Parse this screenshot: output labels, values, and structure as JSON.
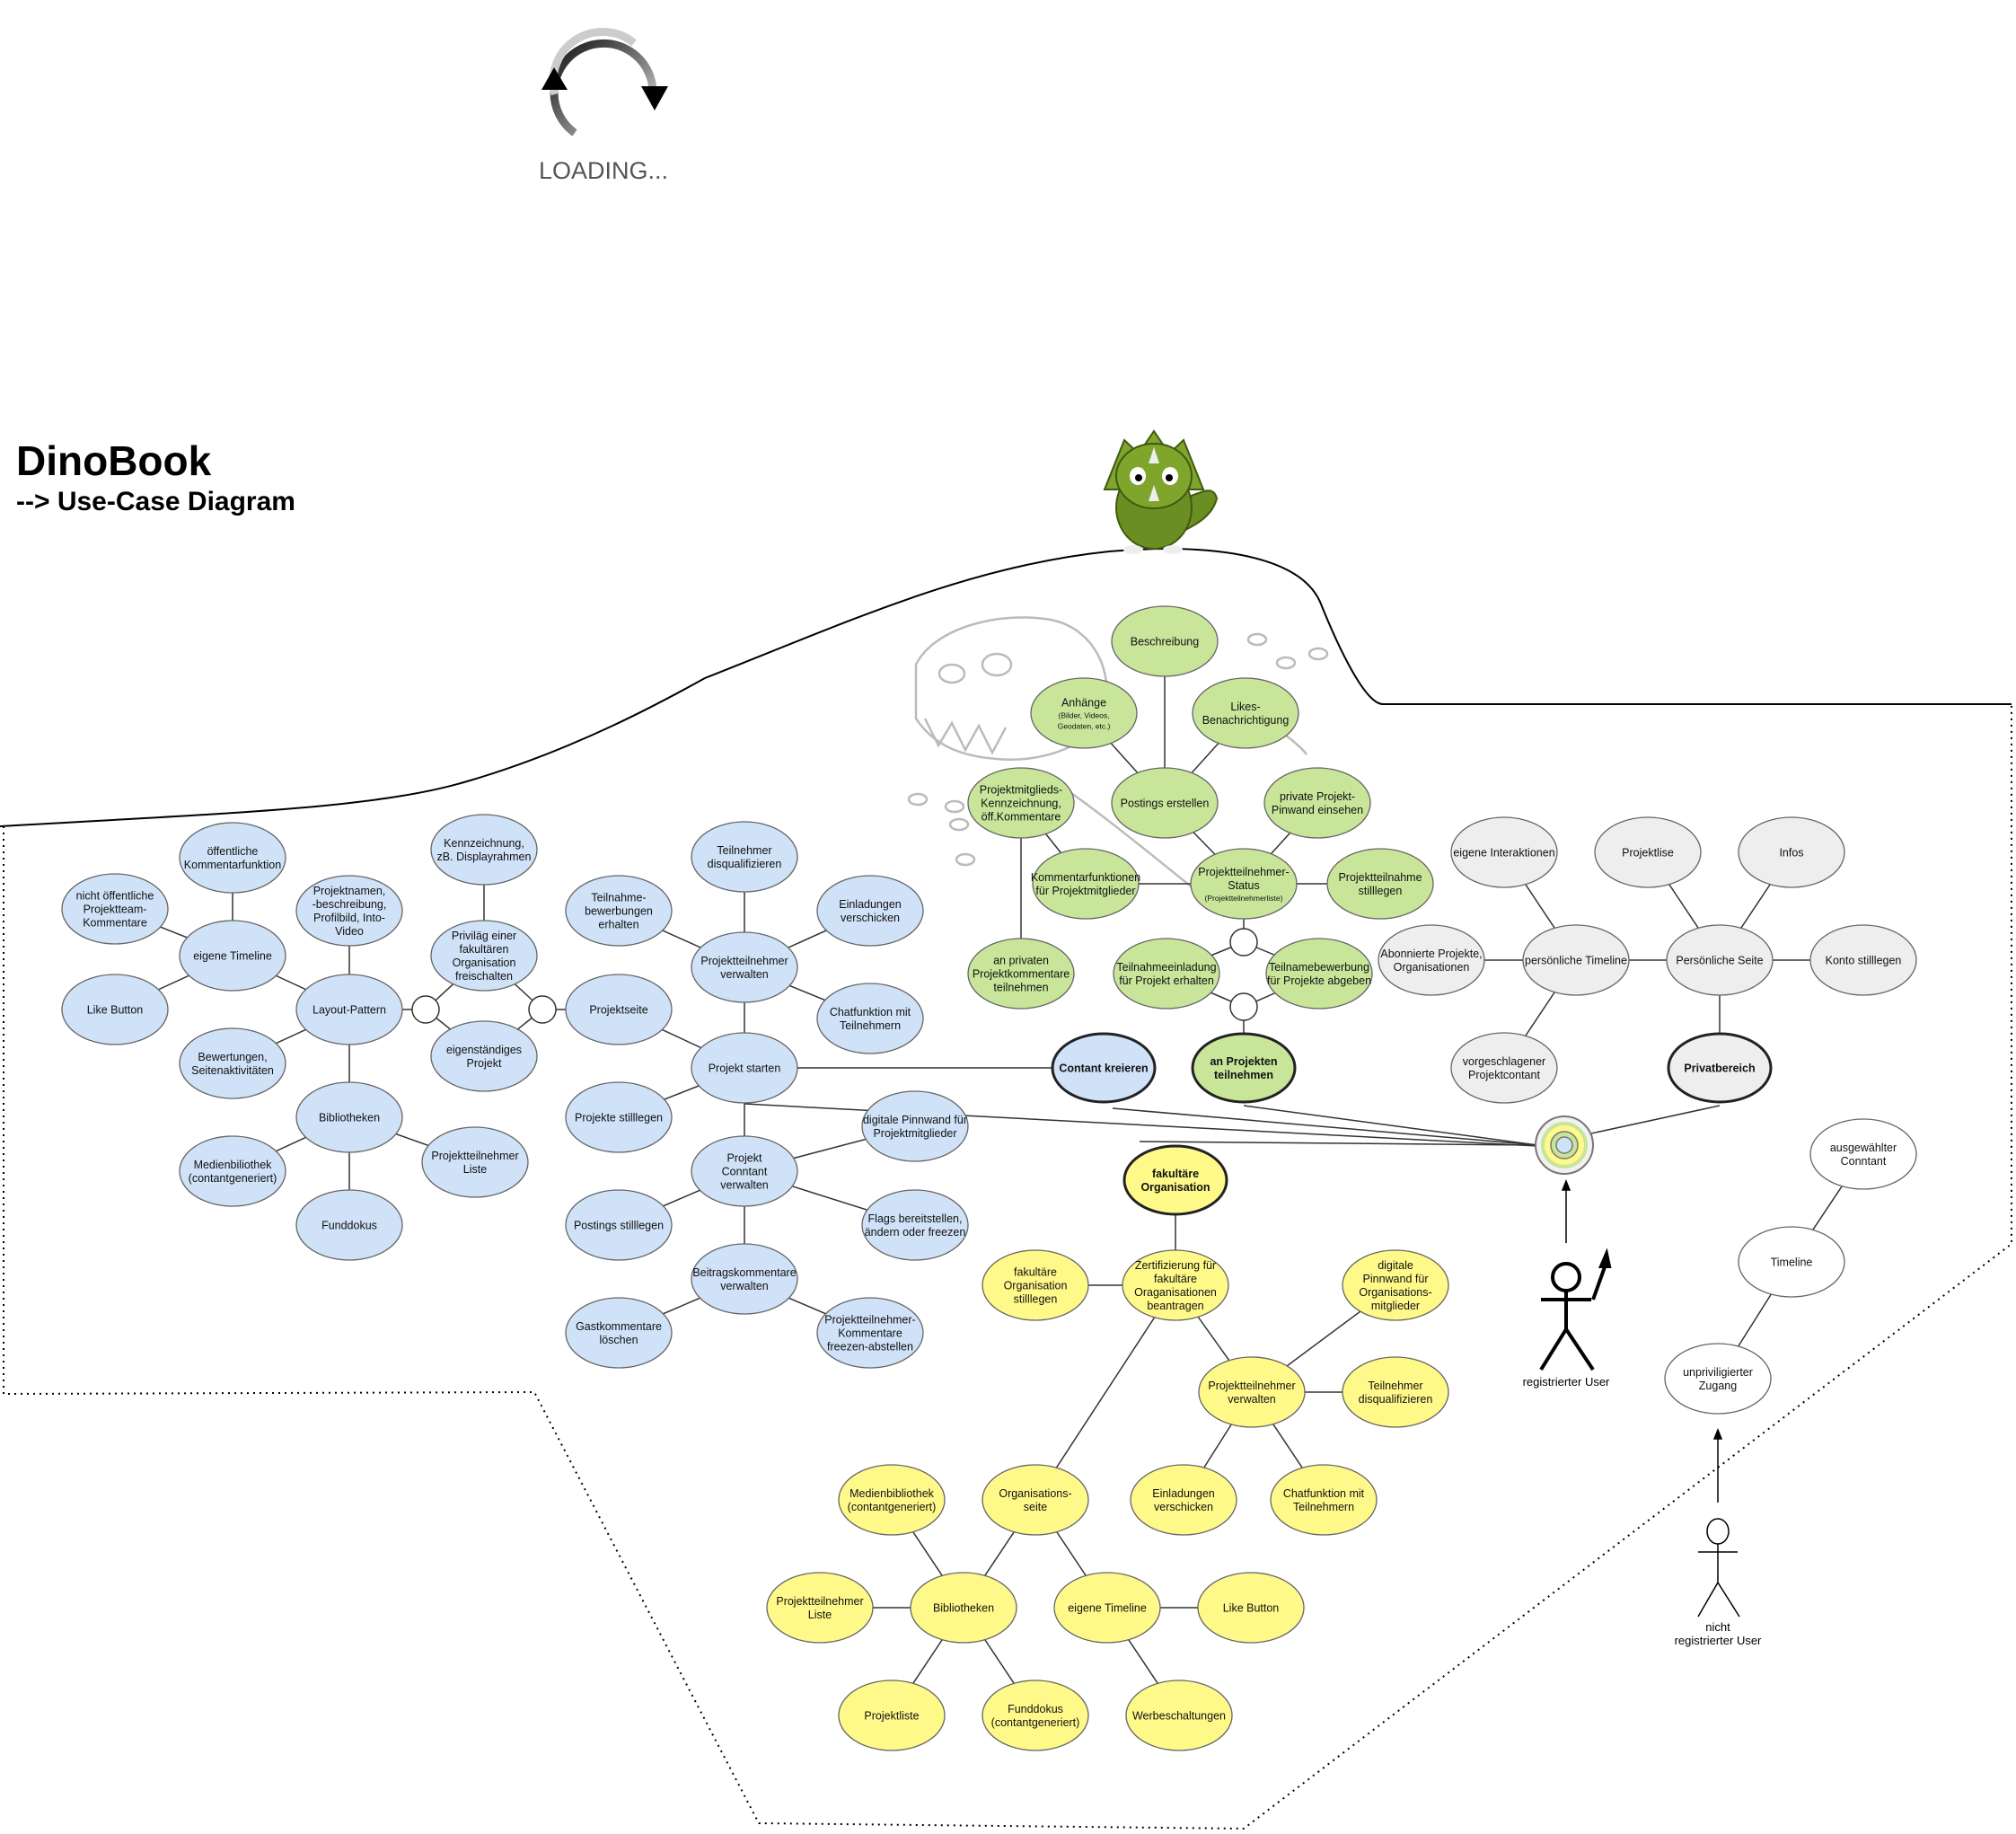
{
  "title": "DinoBook",
  "subtitle": "-->  Use-Case Diagram",
  "loading_label": "LOADING...",
  "colors": {
    "blue": "#cfe2f7",
    "green": "#c8e59a",
    "yellow": "#fff98a",
    "grey": "#eeeeee",
    "white": "#ffffff",
    "stroke": "#444444",
    "dino": "#6b8e23"
  },
  "actors": {
    "registered": "registrierter User",
    "unregistered": [
      "nicht",
      "registrierter User"
    ]
  },
  "nodes": [
    {
      "id": "n1",
      "lines": [
        "nicht öffentliche",
        "Projektteam-",
        "Kommentare"
      ],
      "color": "blue"
    },
    {
      "id": "n2",
      "lines": [
        "öffentliche",
        "Kommentarfunktion"
      ],
      "color": "blue"
    },
    {
      "id": "n3",
      "lines": [
        "eigene Timeline"
      ],
      "color": "blue"
    },
    {
      "id": "n4",
      "lines": [
        "Like Button"
      ],
      "color": "blue"
    },
    {
      "id": "n5",
      "lines": [
        "Bewertungen,",
        "Seitenaktivitäten"
      ],
      "color": "blue"
    },
    {
      "id": "n6",
      "lines": [
        "Projektnamen,",
        "-beschreibung,",
        "Profilbild, Into-",
        "Video"
      ],
      "color": "blue"
    },
    {
      "id": "n7",
      "lines": [
        "Layout-Pattern"
      ],
      "color": "blue"
    },
    {
      "id": "n8",
      "lines": [
        "Bibliotheken"
      ],
      "color": "blue"
    },
    {
      "id": "n9",
      "lines": [
        "Medienbiliothek",
        "(contantgeneriert)"
      ],
      "color": "blue"
    },
    {
      "id": "n10",
      "lines": [
        "Funddokus"
      ],
      "color": "blue"
    },
    {
      "id": "n11",
      "lines": [
        "Projektteilnehmer",
        "Liste"
      ],
      "color": "blue"
    },
    {
      "id": "n12",
      "lines": [
        "Kennzeichnung,",
        "zB. Displayrahmen"
      ],
      "color": "blue"
    },
    {
      "id": "n13",
      "lines": [
        "Priviläg einer",
        "fakultären",
        "Organisation",
        "freischalten"
      ],
      "color": "blue"
    },
    {
      "id": "n14",
      "lines": [
        "eigenständiges",
        "Projekt"
      ],
      "color": "blue"
    },
    {
      "id": "n15",
      "lines": [
        "Projektseite"
      ],
      "color": "blue"
    },
    {
      "id": "n16",
      "lines": [
        "Projekte stilllegen"
      ],
      "color": "blue"
    },
    {
      "id": "n17",
      "lines": [
        "Postings stilllegen"
      ],
      "color": "blue"
    },
    {
      "id": "n18",
      "lines": [
        "Gastkommentare",
        "löschen"
      ],
      "color": "blue"
    },
    {
      "id": "n19",
      "lines": [
        "Teilnahme-",
        "bewerbungen",
        "erhalten"
      ],
      "color": "blue"
    },
    {
      "id": "n20",
      "lines": [
        "Teilnehmer",
        "disqualifizieren"
      ],
      "color": "blue"
    },
    {
      "id": "n21",
      "lines": [
        "Projektteilnehmer",
        "verwalten"
      ],
      "color": "blue"
    },
    {
      "id": "n22",
      "lines": [
        "Einladungen",
        "verschicken"
      ],
      "color": "blue"
    },
    {
      "id": "n23",
      "lines": [
        "Chatfunktion mit",
        "Teilnehmern"
      ],
      "color": "blue"
    },
    {
      "id": "n24",
      "lines": [
        "Projekt starten"
      ],
      "color": "blue"
    },
    {
      "id": "n25",
      "lines": [
        "Projekt",
        "Conntant",
        "verwalten"
      ],
      "color": "blue"
    },
    {
      "id": "n26",
      "lines": [
        "digitale Pinnwand für",
        "Projektmitglieder"
      ],
      "color": "blue"
    },
    {
      "id": "n27",
      "lines": [
        "Flags bereitstellen,",
        "ändern oder freezen"
      ],
      "color": "blue"
    },
    {
      "id": "n28",
      "lines": [
        "Beitragskommentare",
        "verwalten"
      ],
      "color": "blue"
    },
    {
      "id": "n29",
      "lines": [
        "Projektteilnehmer-",
        "Kommentare",
        "freezen-abstellen"
      ],
      "color": "blue"
    },
    {
      "id": "n30",
      "lines": [
        "Contant kreieren"
      ],
      "color": "blue",
      "bold": true
    },
    {
      "id": "g1",
      "lines": [
        "Beschreibung"
      ],
      "color": "green"
    },
    {
      "id": "g2",
      "lines": [
        "Anhänge"
      ],
      "sub": [
        "(Bilder, Videos,",
        "Geodaten, etc.)"
      ],
      "color": "green"
    },
    {
      "id": "g3",
      "lines": [
        "Likes-",
        "Benachrichtigung"
      ],
      "color": "green"
    },
    {
      "id": "g4",
      "lines": [
        "Projektmitglieds-",
        "Kennzeichnung,",
        "öff.Kommentare"
      ],
      "color": "green"
    },
    {
      "id": "g5",
      "lines": [
        "Postings erstellen"
      ],
      "color": "green"
    },
    {
      "id": "g6",
      "lines": [
        "private Projekt-",
        "Pinwand einsehen"
      ],
      "color": "green"
    },
    {
      "id": "g7",
      "lines": [
        "Kommentarfunktionen",
        "für Projektmitglieder"
      ],
      "color": "green"
    },
    {
      "id": "g8",
      "lines": [
        "Projektteilnehmer-",
        "Status"
      ],
      "sub": [
        "(Projektteilnehmerliste)"
      ],
      "color": "green"
    },
    {
      "id": "g9",
      "lines": [
        "Projektteilnahme",
        "stilllegen"
      ],
      "color": "green"
    },
    {
      "id": "g10",
      "lines": [
        "an privaten",
        "Projektkommentare",
        "teilnehmen"
      ],
      "color": "green"
    },
    {
      "id": "g11",
      "lines": [
        "Teilnahmeeinladung",
        "für Projekt erhalten"
      ],
      "color": "green"
    },
    {
      "id": "g12",
      "lines": [
        "Teilnamebewerbung",
        "für Projekte abgeben"
      ],
      "color": "green"
    },
    {
      "id": "g13",
      "lines": [
        "an Projekten",
        "teilnehmen"
      ],
      "color": "green",
      "bold": true
    },
    {
      "id": "w1",
      "lines": [
        "eigene Interaktionen"
      ],
      "color": "grey"
    },
    {
      "id": "w2",
      "lines": [
        "Abonnierte Projekte,",
        "Organisationen"
      ],
      "color": "grey"
    },
    {
      "id": "w3",
      "lines": [
        "persönliche Timeline"
      ],
      "color": "grey"
    },
    {
      "id": "w4",
      "lines": [
        "vorgeschlagener",
        "Projektcontant"
      ],
      "color": "grey"
    },
    {
      "id": "w5",
      "lines": [
        "Projektlise"
      ],
      "color": "grey"
    },
    {
      "id": "w6",
      "lines": [
        "Infos"
      ],
      "color": "grey"
    },
    {
      "id": "w7",
      "lines": [
        "Persönliche Seite"
      ],
      "color": "grey"
    },
    {
      "id": "w8",
      "lines": [
        "Konto stilllegen"
      ],
      "color": "grey"
    },
    {
      "id": "w9",
      "lines": [
        "Privatbereich"
      ],
      "color": "grey",
      "bold": true
    },
    {
      "id": "y1",
      "lines": [
        "fakultäre",
        "Organisation"
      ],
      "color": "yellow",
      "bold": true
    },
    {
      "id": "y2",
      "lines": [
        "fakultäre",
        "Organisation",
        "stilllegen"
      ],
      "color": "yellow"
    },
    {
      "id": "y3",
      "lines": [
        "Zertifizierung für",
        "fakultäre",
        "Oraganisationen",
        "beantragen"
      ],
      "color": "yellow"
    },
    {
      "id": "y4",
      "lines": [
        "digitale",
        "Pinnwand für",
        "Organisations-",
        "mitglieder"
      ],
      "color": "yellow"
    },
    {
      "id": "y5",
      "lines": [
        "Projektteilnehmer",
        "verwalten"
      ],
      "color": "yellow"
    },
    {
      "id": "y6",
      "lines": [
        "Teilnehmer",
        "disqualifizieren"
      ],
      "color": "yellow"
    },
    {
      "id": "y7",
      "lines": [
        "Einladungen",
        "verschicken"
      ],
      "color": "yellow"
    },
    {
      "id": "y8",
      "lines": [
        "Chatfunktion mit",
        "Teilnehmern"
      ],
      "color": "yellow"
    },
    {
      "id": "y9",
      "lines": [
        "Organisations-",
        "seite"
      ],
      "color": "yellow"
    },
    {
      "id": "y10",
      "lines": [
        "Medienbibliothek",
        "(contantgeneriert)"
      ],
      "color": "yellow"
    },
    {
      "id": "y11",
      "lines": [
        "Projektteilnehmer",
        "Liste"
      ],
      "color": "yellow"
    },
    {
      "id": "y12",
      "lines": [
        "Bibliotheken"
      ],
      "color": "yellow"
    },
    {
      "id": "y13",
      "lines": [
        "eigene Timeline"
      ],
      "color": "yellow"
    },
    {
      "id": "y14",
      "lines": [
        "Like Button"
      ],
      "color": "yellow"
    },
    {
      "id": "y15",
      "lines": [
        "Projektliste"
      ],
      "color": "yellow"
    },
    {
      "id": "y16",
      "lines": [
        "Funddokus",
        "(contantgeneriert)"
      ],
      "color": "yellow"
    },
    {
      "id": "y17",
      "lines": [
        "Werbeschaltungen"
      ],
      "color": "yellow"
    },
    {
      "id": "u1",
      "lines": [
        "ausgewählter",
        "Conntant"
      ],
      "color": "white"
    },
    {
      "id": "u2",
      "lines": [
        "Timeline"
      ],
      "color": "white"
    },
    {
      "id": "u3",
      "lines": [
        "unpriviligierter",
        "Zugang"
      ],
      "color": "white"
    }
  ]
}
